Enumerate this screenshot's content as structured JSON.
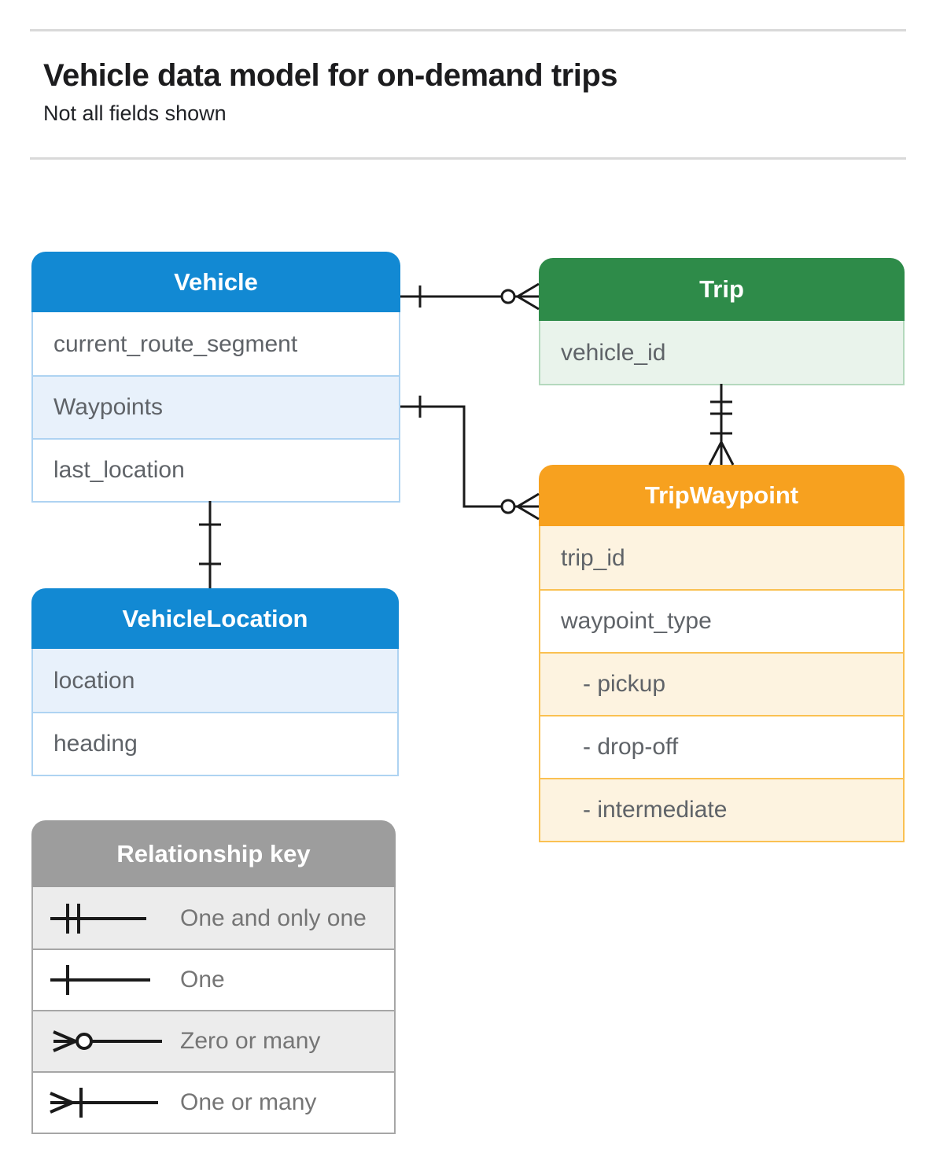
{
  "page": {
    "title": "Vehicle data model for on-demand trips",
    "subtitle": "Not all fields shown"
  },
  "entities": {
    "vehicle": {
      "title": "Vehicle",
      "fields": [
        "current_route_segment",
        "Waypoints",
        "last_location"
      ]
    },
    "trip": {
      "title": "Trip",
      "fields": [
        "vehicle_id"
      ]
    },
    "trip_waypoint": {
      "title": "TripWaypoint",
      "fields": [
        "trip_id",
        "waypoint_type",
        "- pickup",
        "- drop-off",
        "- intermediate"
      ]
    },
    "vehicle_location": {
      "title": "VehicleLocation",
      "fields": [
        "location",
        "heading"
      ]
    }
  },
  "legend": {
    "title": "Relationship key",
    "items": [
      {
        "symbol": "one-and-only-one",
        "label": "One and only one"
      },
      {
        "symbol": "one",
        "label": "One"
      },
      {
        "symbol": "zero-or-many",
        "label": "Zero or many"
      },
      {
        "symbol": "one-or-many",
        "label": "One or many"
      }
    ]
  },
  "relationships": [
    {
      "from": "Vehicle",
      "to": "Trip",
      "from_end": "one",
      "to_end": "zero-or-many"
    },
    {
      "from": "Vehicle.Waypoints",
      "to": "TripWaypoint",
      "from_end": "one",
      "to_end": "zero-or-many"
    },
    {
      "from": "Trip",
      "to": "TripWaypoint",
      "from_end": "one-and-only-one",
      "to_end": "one-or-many"
    },
    {
      "from": "Vehicle",
      "to": "VehicleLocation",
      "from_end": "one",
      "to_end": "one"
    }
  ],
  "colors": {
    "vehicle_header": "#1289d3",
    "vehicle_tint": "#e8f1fb",
    "trip_header": "#2e8b49",
    "trip_tint": "#e9f3eb",
    "trip_waypoint_header": "#f7a11f",
    "trip_waypoint_tint": "#fdf3e0",
    "legend_header": "#9d9d9d",
    "legend_tint": "#ececec",
    "connector": "#1a1a1a",
    "field_text": "#5f6368"
  }
}
